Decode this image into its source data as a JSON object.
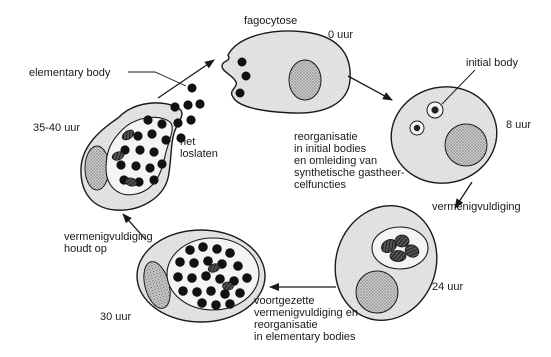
{
  "labels": {
    "fagocytose": "fagocytose",
    "t0": "0 uur",
    "t8": "8 uur",
    "t24": "24 uur",
    "t30": "30 uur",
    "t35_40": "35-40 uur",
    "elementary_body": "elementary body",
    "initial_body": "initial body",
    "het": "het",
    "loslaten": "loslaten",
    "reorg_lines": [
      "reorganisatie",
      "in initial bodies",
      "en omleiding  van",
      "synthetische gastheer-",
      "celfuncties"
    ],
    "vermenigvuldiging": "vermenigvuldiging",
    "voortgezette_lines": [
      "voortgezette",
      "vermenigvuldiging en",
      "reorganisatie",
      "in elementary bodies"
    ],
    "houdt_lines": [
      "vermenigvuldiging",
      "houdt op"
    ]
  },
  "colors": {
    "ink": "#1a1a1a",
    "cell_fill": "#dedede",
    "nucleus_fill": "#bdbdbd",
    "vacuole_fill": "#f4f4f4"
  }
}
